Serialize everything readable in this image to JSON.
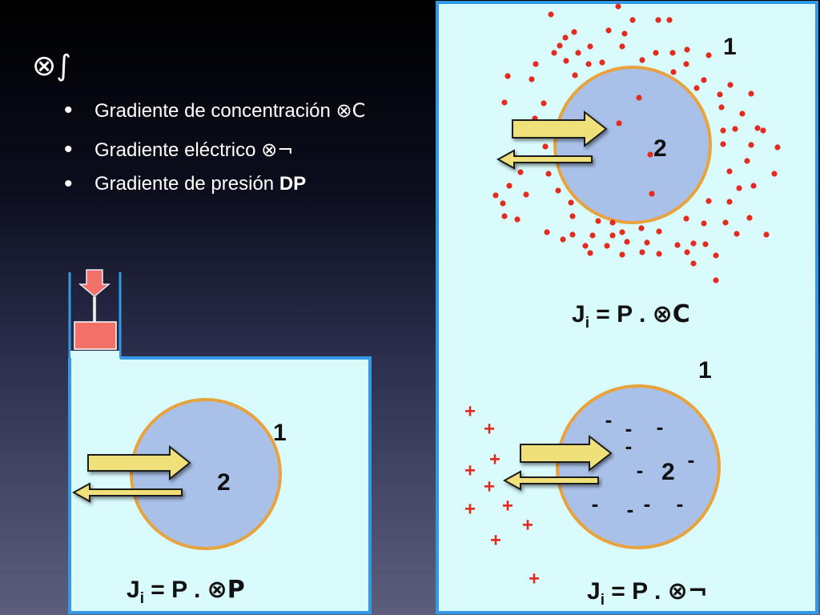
{
  "heading": "⊗∫",
  "bullets": [
    {
      "text": "Gradiente de concentración ",
      "symbol": "⊗C",
      "bold": ""
    },
    {
      "text": "Gradiente eléctrico ",
      "symbol": "⊗¬",
      "bold": ""
    },
    {
      "text": "Gradiente de presión ",
      "symbol": "",
      "bold": "DP"
    }
  ],
  "panels": {
    "pressure": {
      "label_outside": "1",
      "label_inside": "2",
      "formula": {
        "j": "J",
        "sub": "i",
        "mid": " = P . ",
        "sym": "⊗P"
      }
    },
    "concentration": {
      "label_outside": "1",
      "label_inside": "2",
      "formula": {
        "j": "J",
        "sub": "i",
        "mid": " = P . ",
        "sym": "⊗C"
      }
    },
    "electric": {
      "label_outside": "1",
      "label_inside": "2",
      "formula": {
        "j": "J",
        "sub": "i",
        "mid": " = P . ",
        "sym": "⊗¬"
      },
      "plus_sign": "+",
      "minus_sign": "-"
    }
  },
  "colors": {
    "panel_fill": "#d9fbfb",
    "panel_border": "#3399e6",
    "cell_fill": "#a9c0e8",
    "cell_border": "#e8a23e",
    "particle": "#e32b20",
    "plus": "#e32b20",
    "minus": "#111111",
    "arrow_fill": "#f0e07a",
    "arrow_stroke": "#1a1a1a",
    "piston": "#f2706a"
  }
}
